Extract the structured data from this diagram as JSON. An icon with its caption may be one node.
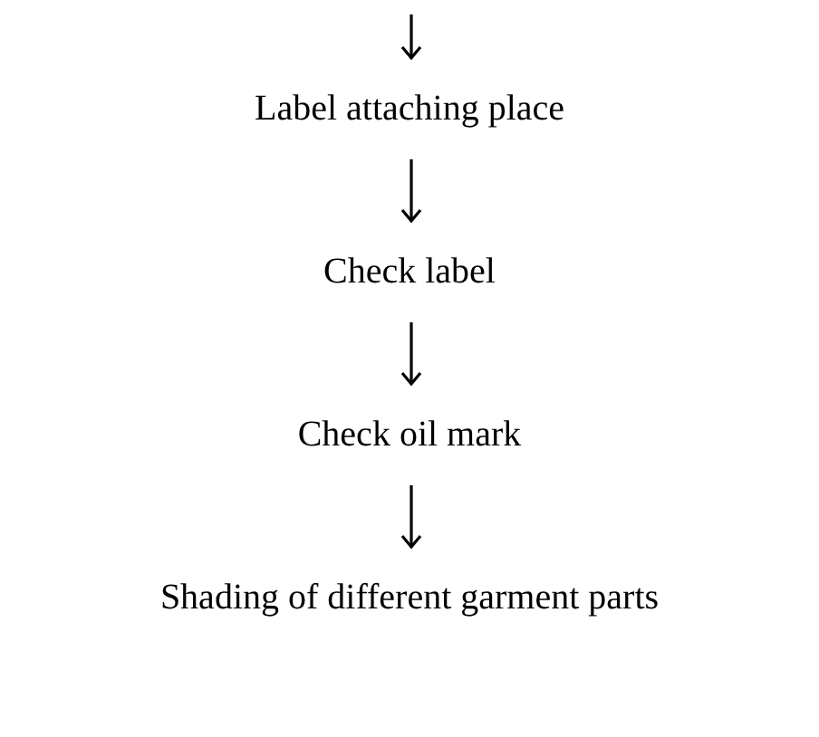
{
  "diagram": {
    "nodes": [
      {
        "text": [
          "Label attaching place"
        ]
      },
      {
        "text": [
          "Check label"
        ]
      },
      {
        "text": [
          "Check oil mark"
        ]
      },
      {
        "text": [
          "Shading of different garment parts"
        ]
      }
    ],
    "edges": [
      {
        "from": null,
        "to": 0,
        "arrow": "to"
      },
      {
        "from": 0,
        "to": 1,
        "arrow": "to"
      },
      {
        "from": 1,
        "to": 2,
        "arrow": "to"
      },
      {
        "from": 2,
        "to": 3,
        "arrow": "to"
      }
    ]
  }
}
